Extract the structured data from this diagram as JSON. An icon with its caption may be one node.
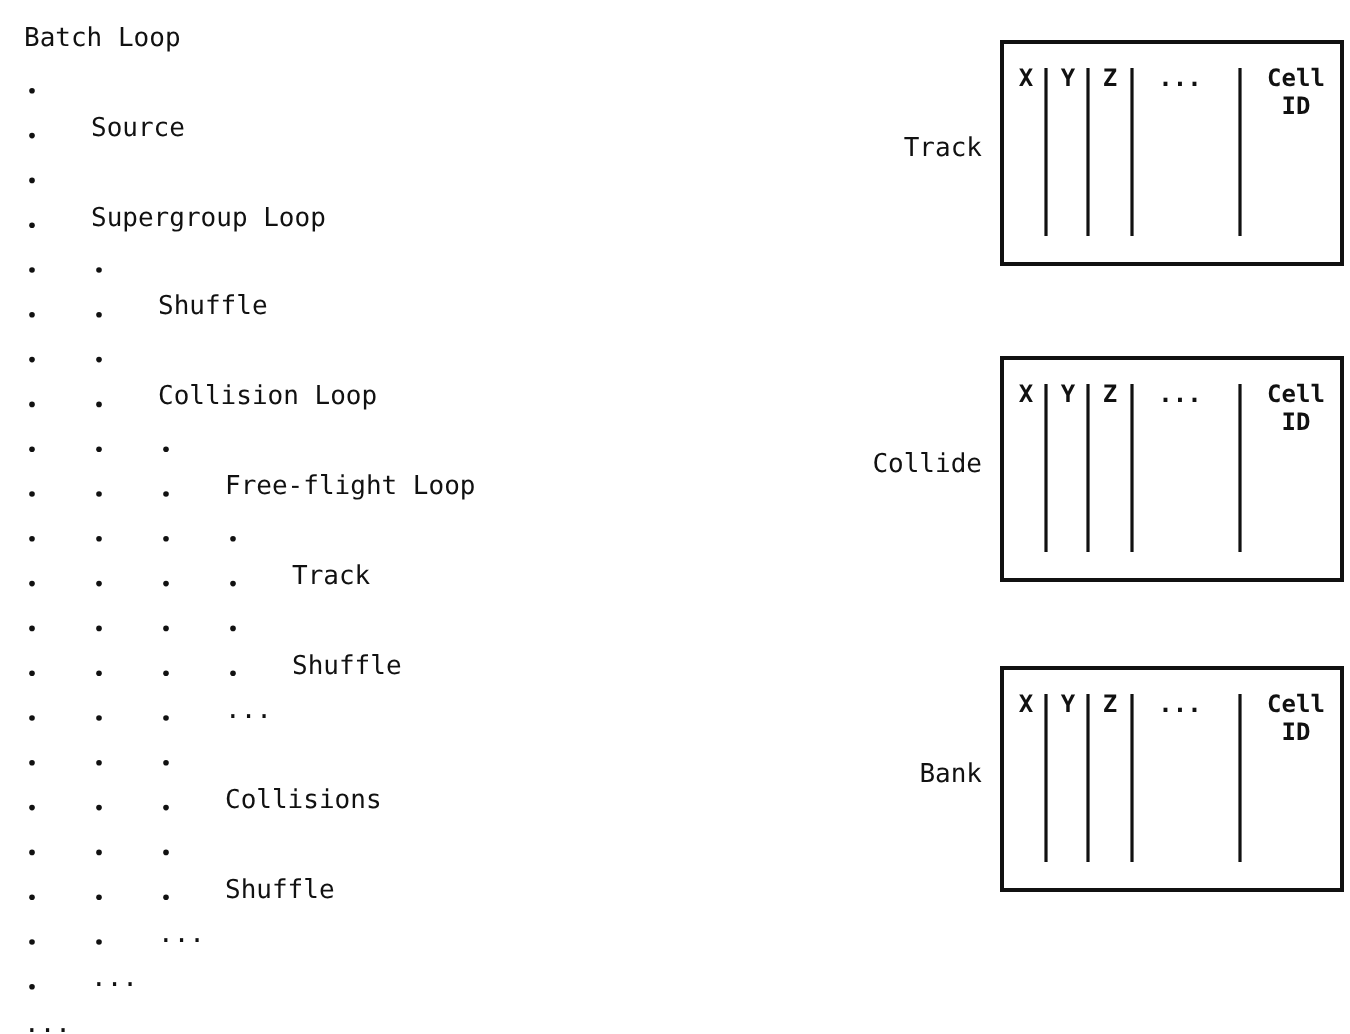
{
  "diagram": {
    "nodes": [
      {
        "text": [
          "X",
          "Y",
          "Z",
          "...",
          "Cell ID"
        ],
        "beside": [
          "Track"
        ]
      },
      {
        "text": [
          "X",
          "Y",
          "Z",
          "...",
          "Cell ID"
        ],
        "beside": [
          "Collide"
        ]
      },
      {
        "text": [
          "X",
          "Y",
          "Z",
          "...",
          "Cell ID"
        ],
        "beside": [
          "Bank"
        ]
      }
    ],
    "labels": [
      "Batch Loop",
      "Source",
      "Supergroup Loop",
      "Shuffle",
      "Collision Loop",
      "Free-flight Loop",
      "Track",
      "Shuffle",
      "...",
      "Collisions",
      "Shuffle",
      "...",
      "...",
      "..."
    ]
  }
}
